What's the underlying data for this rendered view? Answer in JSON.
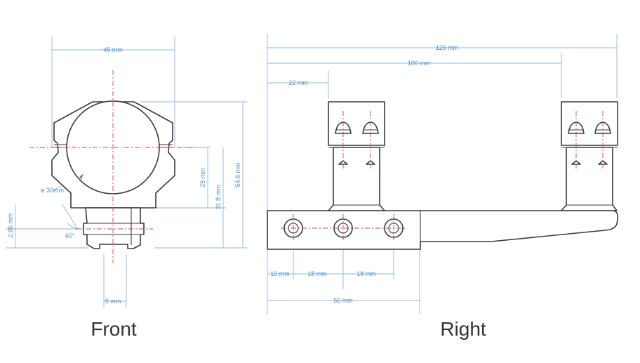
{
  "colors": {
    "part": "#3a3a3a",
    "dimension": "#4f8fc9",
    "centerline": "#d33a5a",
    "background": "#ffffff"
  },
  "views": {
    "front": {
      "title": "Front",
      "dims": {
        "width": "45 mm",
        "ring_diameter": "ø 30mm",
        "angle": "60°",
        "height_a": "25 mm",
        "height_b": "31.8 mm",
        "height_c": "54.6 mm",
        "base_offset": "2.85 mm",
        "rail_width": "9 mm"
      }
    },
    "right": {
      "title": "Right",
      "dims": {
        "overall_length": "126 mm",
        "ring_spacing": "106 mm",
        "front_offset": "22 mm",
        "screw_offset": "10 mm",
        "screw_pitch_1": "18 mm",
        "screw_pitch_2": "18 mm",
        "clamp_length": "55 mm"
      }
    }
  }
}
